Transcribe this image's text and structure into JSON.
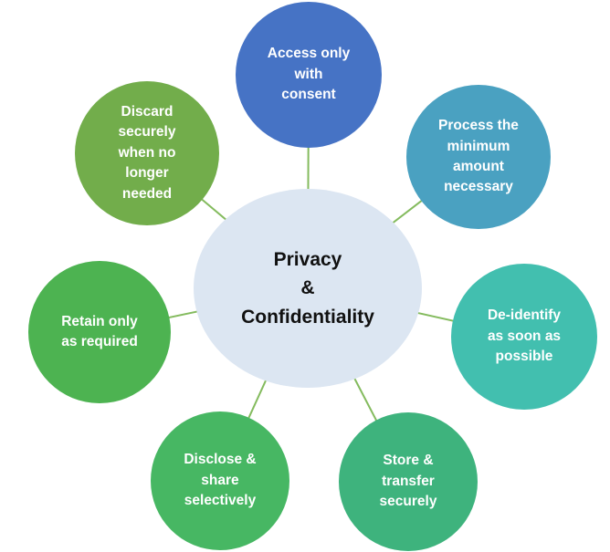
{
  "diagram": {
    "title_theme": "Privacy and confidentiality principles cycle",
    "center": {
      "label": "Privacy\n&\nConfidentiality",
      "fill_color": "#dce6f2",
      "text_color": "#111111"
    },
    "connector_color": "#84bb5e",
    "nodes": [
      {
        "id": "access-only-with-consent",
        "label": "Access only\nwith\nconsent",
        "fill_color": "#4673c5"
      },
      {
        "id": "process-the-minimum-amount-necessary",
        "label": "Process the\nminimum\namount\nnecessary",
        "fill_color": "#4aa1c1"
      },
      {
        "id": "de-identify-as-soon-as-possible",
        "label": "De-identify\nas soon as\npossible",
        "fill_color": "#42bfaf"
      },
      {
        "id": "store-and-transfer-securely",
        "label": "Store &\ntransfer\nsecurely",
        "fill_color": "#3eb37d"
      },
      {
        "id": "disclose-and-share-selectively",
        "label": "Disclose &\nshare\nselectively",
        "fill_color": "#47b763"
      },
      {
        "id": "retain-only-as-required",
        "label": "Retain only\nas required",
        "fill_color": "#4db351"
      },
      {
        "id": "discard-securely-when-no-longer-needed",
        "label": "Discard\nsecurely\nwhen no\nlonger\nneeded",
        "fill_color": "#72ad4b"
      }
    ]
  }
}
